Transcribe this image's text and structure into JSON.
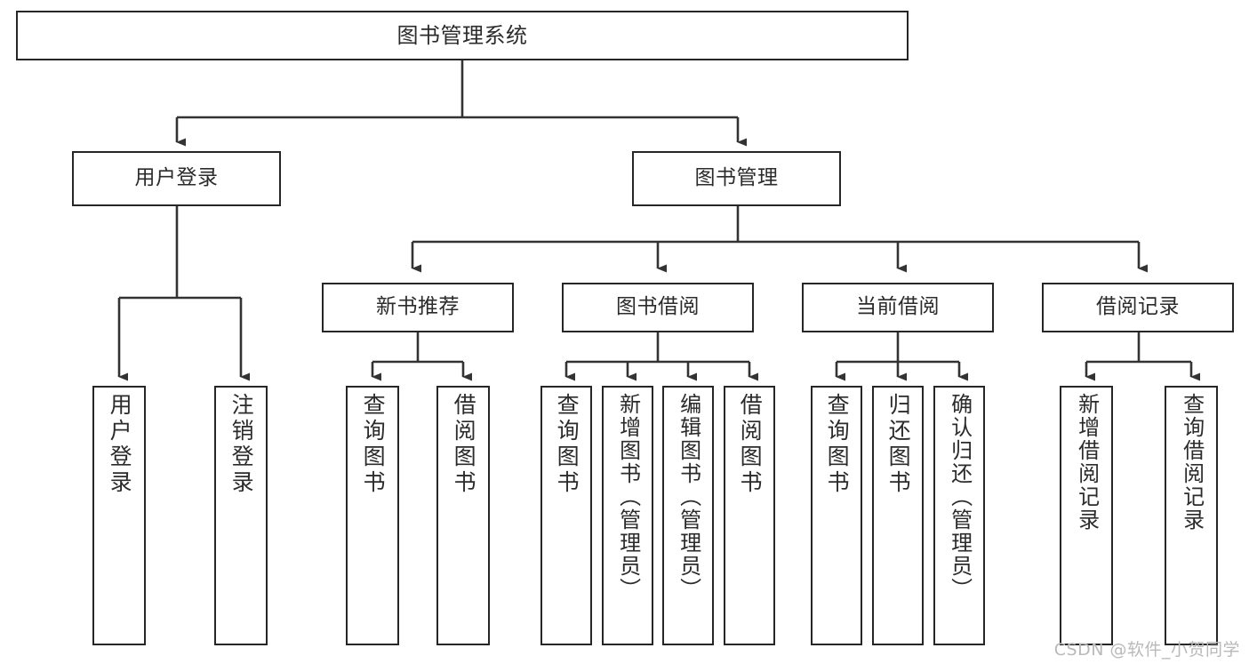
{
  "diagram": {
    "type": "tree-hierarchy-chart",
    "title": "图书管理系统",
    "colors": {
      "background": "#ffffff",
      "box_border": "#262626",
      "box_fill": "#ffffff",
      "text": "#2b2b2b",
      "connector": "#333333",
      "watermark": "#b9b9b9"
    },
    "root": {
      "label": "图书管理系统"
    },
    "level1": [
      {
        "label": "用户登录"
      },
      {
        "label": "图书管理"
      }
    ],
    "level2": [
      {
        "label": "新书推荐"
      },
      {
        "label": "图书借阅"
      },
      {
        "label": "当前借阅"
      },
      {
        "label": "借阅记录"
      }
    ],
    "leaves": {
      "user_login": [
        {
          "label": "用户登录"
        },
        {
          "label": "注销登录"
        }
      ],
      "new_book": [
        {
          "label": "查询图书"
        },
        {
          "label": "借阅图书"
        }
      ],
      "book_borrow": [
        {
          "label": "查询图书"
        },
        {
          "label": "新增图书（管理员）"
        },
        {
          "label": "编辑图书（管理员）"
        },
        {
          "label": "借阅图书"
        }
      ],
      "current_borrow": [
        {
          "label": "查询图书"
        },
        {
          "label": "归还图书"
        },
        {
          "label": "确认归还（管理员）"
        }
      ],
      "borrow_record": [
        {
          "label": "新增借阅记录"
        },
        {
          "label": "查询借阅记录"
        }
      ]
    },
    "watermark": "CSDN @软件_小贺同学"
  }
}
